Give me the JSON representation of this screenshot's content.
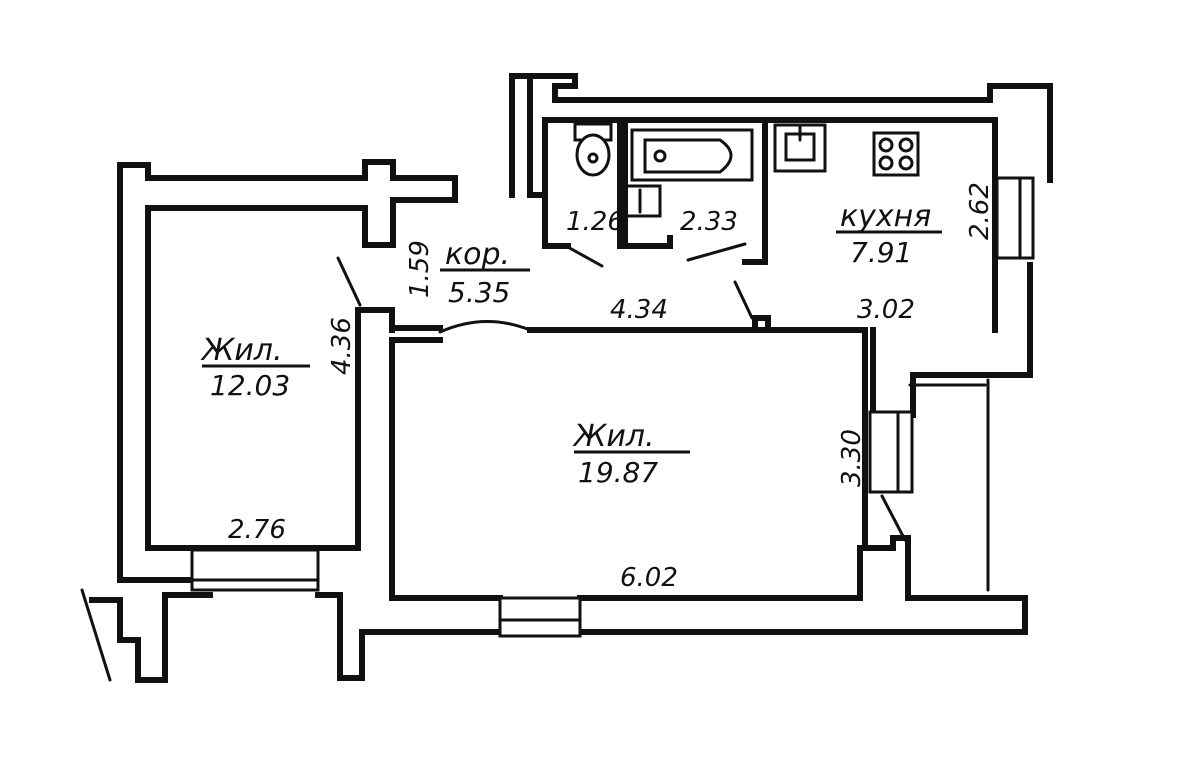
{
  "rooms": {
    "bedroom": {
      "name": "Жил.",
      "area": "12.03"
    },
    "living": {
      "name": "Жил.",
      "area": "19.87"
    },
    "corridor": {
      "name": "кор.",
      "area": "5.35"
    },
    "kitchen": {
      "name": "кухня",
      "area": "7.91"
    },
    "toilet": {
      "area": "1.26"
    },
    "bathroom": {
      "area": "2.33"
    }
  },
  "dimensions": {
    "bedroom_width": "2.76",
    "bedroom_length": "4.36",
    "corridor_width": "1.59",
    "corridor_length": "4.34",
    "kitchen_width": "3.02",
    "kitchen_depth": "2.62",
    "living_width": "6.02",
    "living_depth": "3.30"
  }
}
